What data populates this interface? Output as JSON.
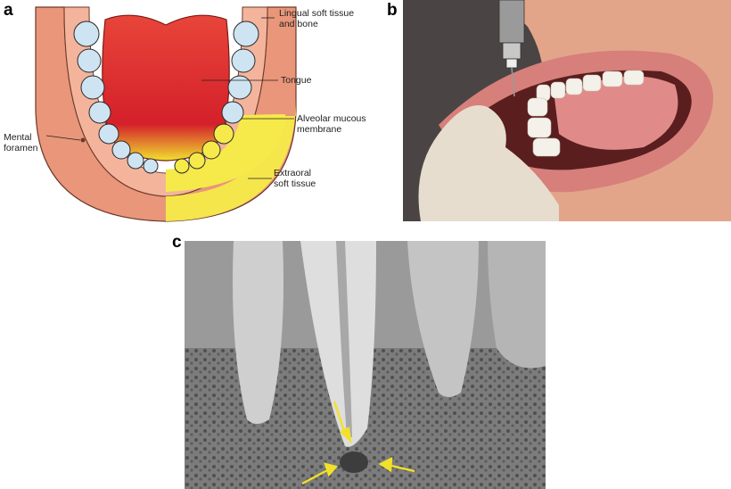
{
  "panels": {
    "a": {
      "letter": "a"
    },
    "b": {
      "letter": "b"
    },
    "c": {
      "letter": "c"
    }
  },
  "labels": {
    "lingual": "Lingual soft tissue\nand bone",
    "tongue": "Tongue",
    "alveolar": "Alveolar mucous\nmembrane",
    "mental": "Mental\nforamen",
    "extraoral": "Extraoral\nsoft tissue"
  },
  "colors": {
    "tissue_outer": "#e9967a",
    "tissue_inner": "#f4b49c",
    "tongue_red": "#d9262a",
    "highlight_yellow": "#f5ea4a",
    "tooth_blue": "#cfe4f2",
    "arrow_yellow": "#f2e12a"
  }
}
